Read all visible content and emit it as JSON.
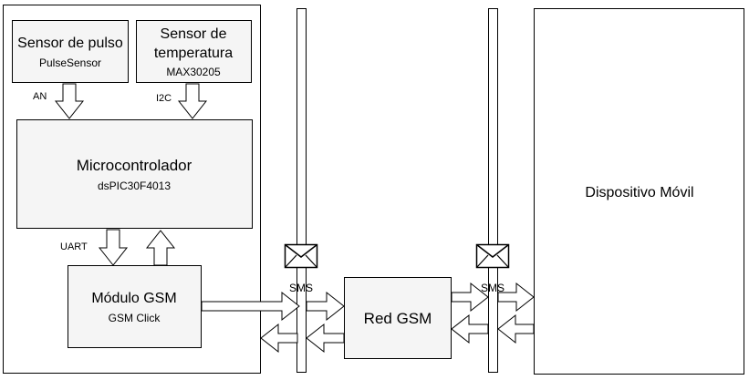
{
  "blocks": {
    "pulse_sensor": {
      "title": "Sensor de pulso",
      "subtitle": "PulseSensor"
    },
    "temp_sensor": {
      "title_line1": "Sensor de",
      "title_line2": "temperatura",
      "subtitle": "MAX30205"
    },
    "microcontroller": {
      "title": "Microcontrolador",
      "subtitle": "dsPIC30F4013"
    },
    "gsm_module": {
      "title": "Módulo GSM",
      "subtitle": "GSM Click"
    },
    "gsm_network": {
      "title": "Red GSM"
    },
    "mobile_device": {
      "title": "Dispositivo Móvil"
    }
  },
  "labels": {
    "an": "AN",
    "i2c": "I2C",
    "uart": "UART",
    "sms_left": "SMS",
    "sms_right": "SMS"
  },
  "icons": {
    "envelope": "envelope-icon",
    "arrow": "block-arrow-icon"
  },
  "colors": {
    "block_fill": "#f5f5f5",
    "stroke": "#000000",
    "background": "#ffffff"
  }
}
